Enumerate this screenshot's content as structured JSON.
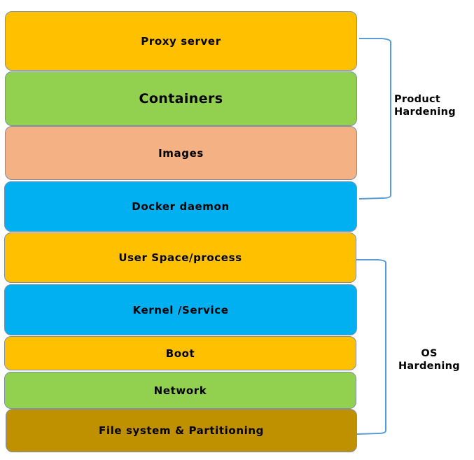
{
  "layers": [
    {
      "label": "Proxy server",
      "color": "#ffc000"
    },
    {
      "label": "Containers",
      "color": "#92d050"
    },
    {
      "label": "Images",
      "color": "#f4b183"
    },
    {
      "label": "Docker daemon",
      "color": "#00b0f0"
    },
    {
      "label": "User Space/process",
      "color": "#ffc000"
    },
    {
      "label": "Kernel /Service",
      "color": "#00b0f0"
    },
    {
      "label": "Boot",
      "color": "#ffc000"
    },
    {
      "label": "Network",
      "color": "#92d050"
    },
    {
      "label": "File system & Partitioning",
      "color": "#bf9000"
    }
  ],
  "groups": [
    {
      "line1": "Product",
      "line2": "Hardening",
      "covers": [
        "Proxy server",
        "Containers",
        "Images",
        "Docker daemon"
      ]
    },
    {
      "line1": "OS",
      "line2": "Hardening",
      "covers": [
        "User Space/process",
        "Kernel /Service",
        "Boot",
        "Network",
        "File system & Partitioning"
      ]
    }
  ],
  "bracket_color": "#5b9bd5"
}
